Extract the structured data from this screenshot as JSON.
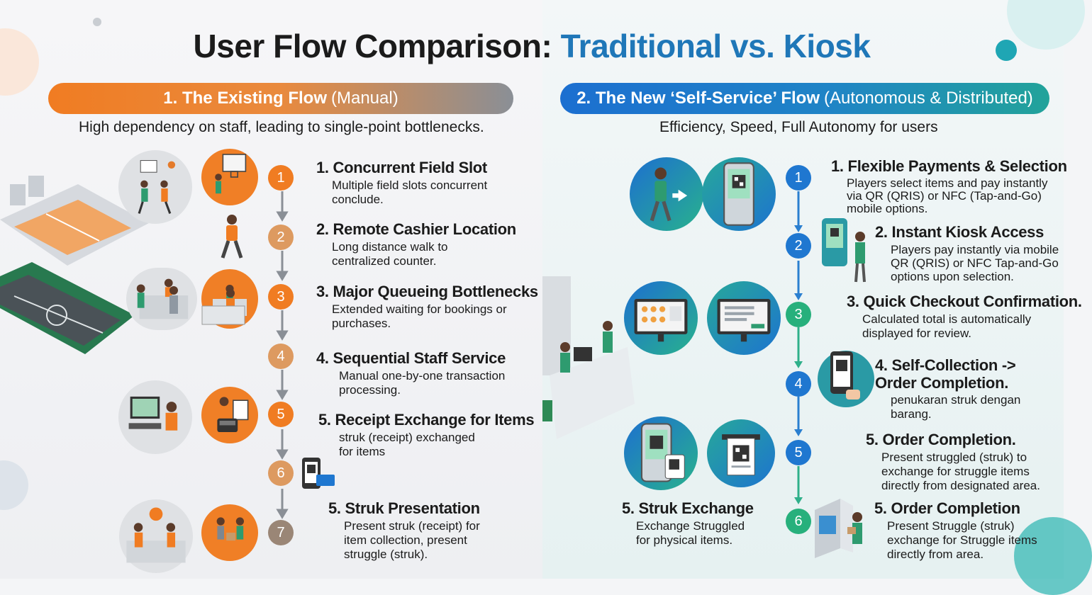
{
  "title": {
    "main": "User Flow Comparison:",
    "accent": "Traditional vs. Kiosk"
  },
  "left": {
    "header_bold": "1. The Existing Flow",
    "header_light": "(Manual)",
    "subtitle": "High dependency on staff, leading to single-point bottlenecks.",
    "numbers": [
      "1",
      "2",
      "3",
      "4",
      "5",
      "6",
      "7"
    ],
    "steps": [
      {
        "title": "1. Concurrent Field Slot",
        "desc": "Multiple field slots concurrent conclude."
      },
      {
        "title": "2. Remote Cashier Location",
        "desc": "Long distance walk to centralized counter."
      },
      {
        "title": "3. Major Queueing Bottlenecks",
        "desc": "Extended waiting for bookings or purchases."
      },
      {
        "title": "4. Sequential Staff Service",
        "desc": "Manual one-by-one transaction processing."
      },
      {
        "title": "5. Receipt Exchange for Items",
        "desc": "struk (receipt) exchanged for items"
      },
      {
        "title": "5. Struk Presentation",
        "desc": "Present struk (receipt) for item collection, present struggle (struk)."
      }
    ]
  },
  "right": {
    "header_bold": "2. The New ‘Self-Service’ Flow",
    "header_light": "(Autonomous & Distributed)",
    "subtitle": "Efficiency, Speed, Full Autonomy  for users",
    "numbers": [
      "1",
      "2",
      "3",
      "4",
      "5",
      "6"
    ],
    "steps": [
      {
        "title": "1. Flexible Payments & Selection",
        "desc": "Players select items and pay instantly via QR (QRIS) or NFC (Tap-and-Go) mobile options."
      },
      {
        "title": "2. Instant Kiosk Access",
        "desc": "Players pay instantly via mobile QR (QRIS) or NFC Tap-and-Go options upon selection."
      },
      {
        "title": "3. Quick Checkout Confirmation.",
        "desc": "Calculated total is automatically displayed for review."
      },
      {
        "title": "4. Self-Collection -> Order Completion.",
        "desc": "penukaran struk dengan barang."
      },
      {
        "title": "5. Order Completion.",
        "desc": "Present struggled (struk) to exchange for struggle items directly from designated area."
      },
      {
        "title": "5. Order Completion",
        "desc": "Present Struggle (struk) exchange for Struggle items directly from area."
      },
      {
        "title": "5. Struk Exchange",
        "desc": "Exchange Struggled for physical items."
      }
    ]
  },
  "colors": {
    "orange": "#f07c22",
    "blue": "#1f77d0",
    "teal": "#27b07c"
  }
}
